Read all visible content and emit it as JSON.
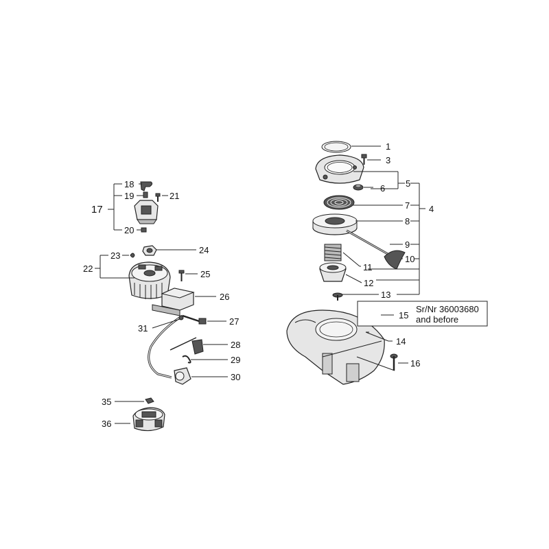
{
  "labels": {
    "l1": "1",
    "l3": "3",
    "l4": "4",
    "l5": "5",
    "l6": "6",
    "l7": "7",
    "l8": "8",
    "l9": "9",
    "l10": "10",
    "l11": "11",
    "l12": "12",
    "l13": "13",
    "l14": "14",
    "l15": "15",
    "l16": "16",
    "l17": "17",
    "l18": "18",
    "l19": "19",
    "l20": "20",
    "l21": "21",
    "l22": "22",
    "l23": "23",
    "l24": "24",
    "l25": "25",
    "l26": "26",
    "l27": "27",
    "l28": "28",
    "l29": "29",
    "l30": "30",
    "l31": "31",
    "l35": "35",
    "l36": "36"
  },
  "note": {
    "line1": "Sr/Nr 36003680",
    "line2": "and before"
  }
}
